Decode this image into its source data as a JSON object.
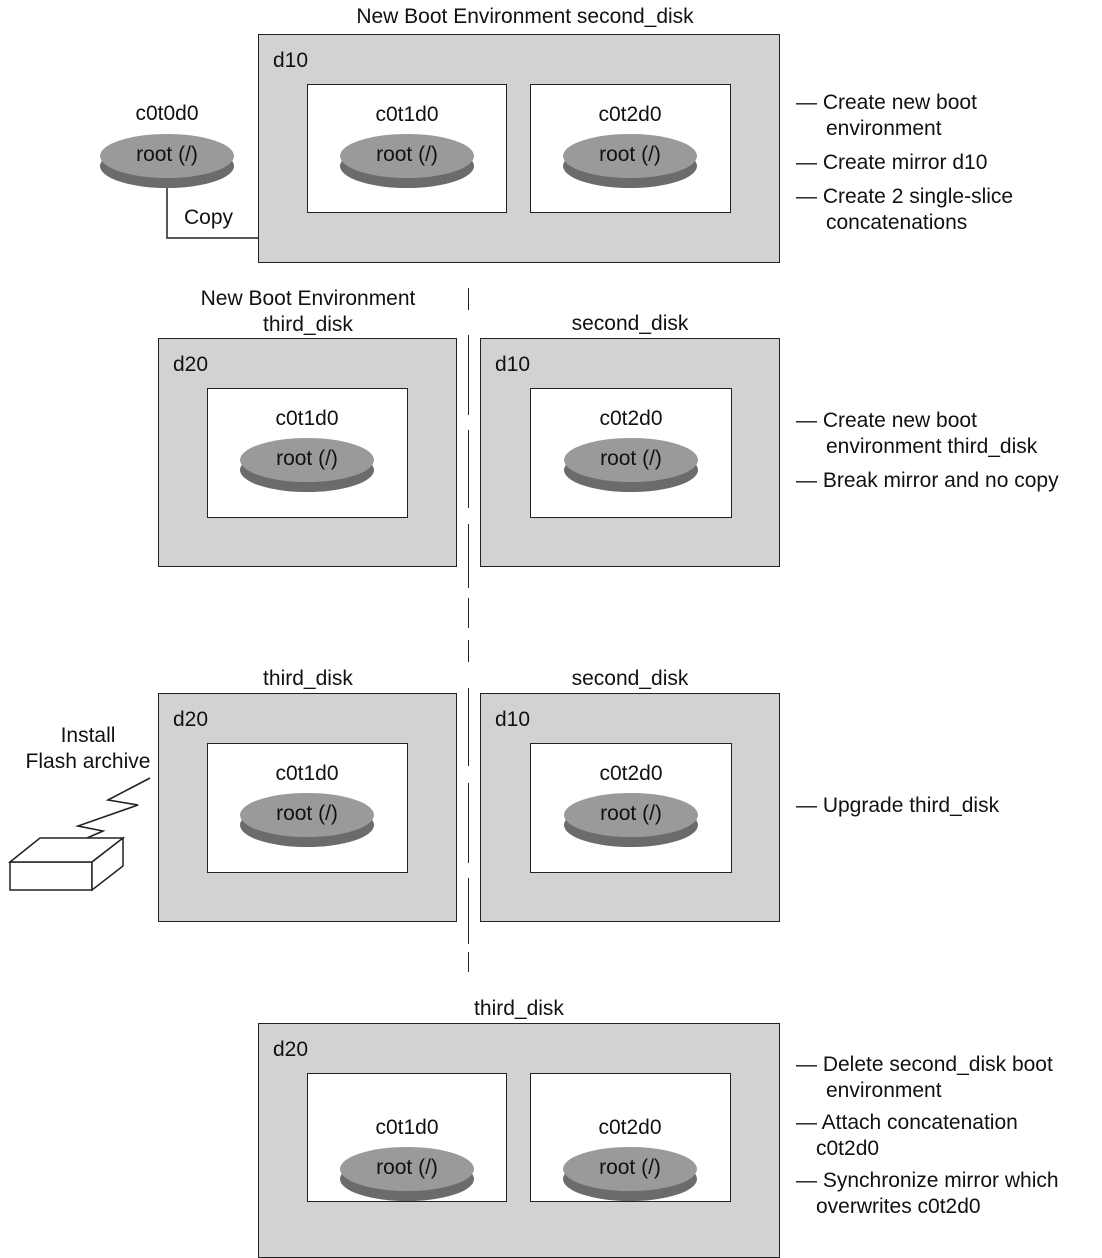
{
  "stage1": {
    "title": "New Boot Environment second_disk",
    "source_disk": {
      "name": "c0t0d0",
      "label": "root (/)"
    },
    "copy_label": "Copy",
    "mirror": "d10",
    "disks": [
      {
        "name": "c0t1d0",
        "label": "root (/)"
      },
      {
        "name": "c0t2d0",
        "label": "root (/)"
      }
    ],
    "notes": [
      [
        "— Create new boot",
        "environment"
      ],
      [
        "— Create mirror d10"
      ],
      [
        "— Create 2 single-slice",
        "concatenations"
      ]
    ]
  },
  "stage2": {
    "left_title": [
      "New Boot Environment",
      "third_disk"
    ],
    "left_mirror": "d20",
    "left_disk": {
      "name": "c0t1d0",
      "label": "root (/)"
    },
    "right_title": "second_disk",
    "right_mirror": "d10",
    "right_disk": {
      "name": "c0t2d0",
      "label": "root (/)"
    },
    "notes": [
      [
        "— Create new boot",
        "environment third_disk"
      ],
      [
        "— Break mirror and no copy"
      ]
    ]
  },
  "stage3": {
    "install_label": [
      "Install",
      "Flash archive"
    ],
    "left_title": "third_disk",
    "left_mirror": "d20",
    "left_disk": {
      "name": "c0t1d0",
      "label": "root (/)"
    },
    "right_title": "second_disk",
    "right_mirror": "d10",
    "right_disk": {
      "name": "c0t2d0",
      "label": "root (/)"
    },
    "notes": [
      [
        "— Upgrade third_disk"
      ]
    ]
  },
  "stage4": {
    "title": "third_disk",
    "mirror": "d20",
    "disks": [
      {
        "name": "c0t1d0",
        "label": "root (/)"
      },
      {
        "name": "c0t2d0",
        "label": "root (/)"
      }
    ],
    "notes": [
      [
        "— Delete second_disk boot",
        "environment"
      ],
      [
        "— Attach concatenation",
        "c0t2d0"
      ],
      [
        "— Synchronize mirror which",
        "overwrites c0t2d0"
      ]
    ]
  }
}
